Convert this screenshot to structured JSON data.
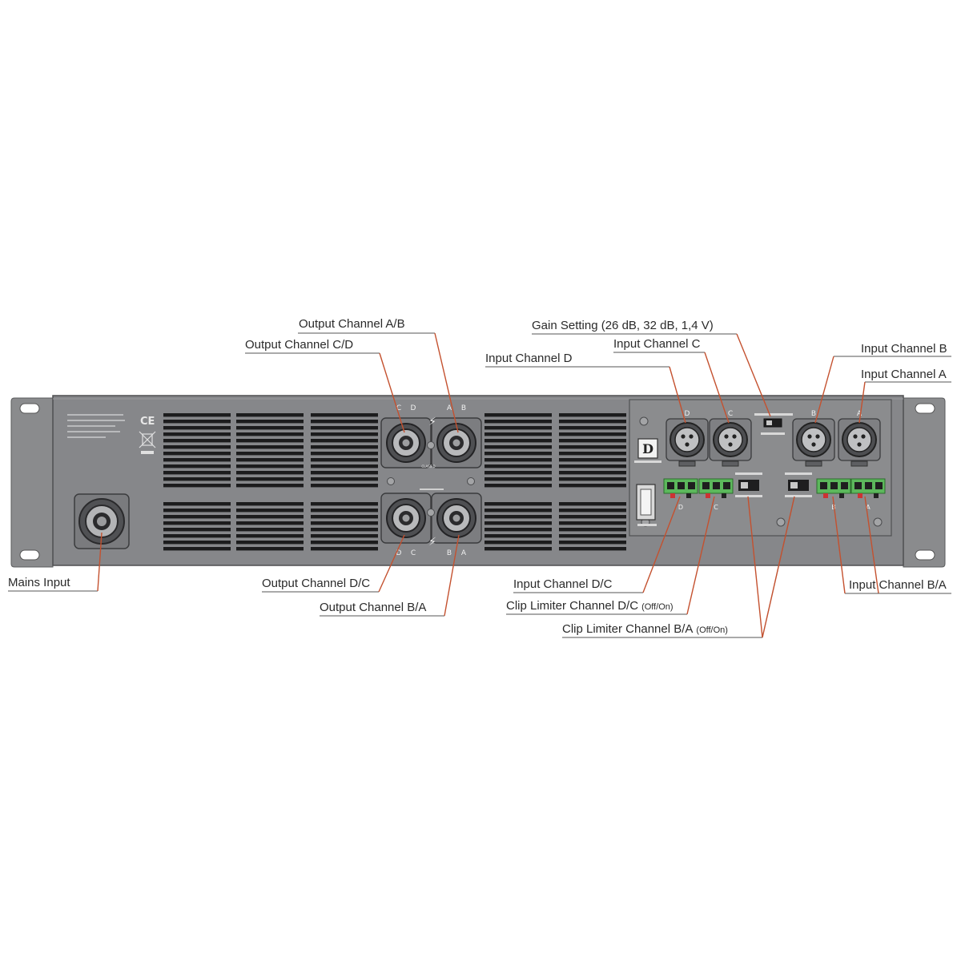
{
  "callouts": {
    "output_ab": "Output Channel A/B",
    "output_cd": "Output Channel C/D",
    "gain_setting": "Gain Setting  (26 dB, 32 dB,  1,4 V)",
    "input_c": "Input Channel C",
    "input_d": "Input Channel D",
    "input_b": "Input Channel B",
    "input_a": "Input Channel A",
    "mains_input": "Mains Input",
    "output_dc": "Output Channel D/C",
    "output_ba": "Output Channel B/A",
    "input_dc": "Input Channel D/C",
    "clip_dc": "Clip Limiter Channel D/C",
    "clip_dc_note": "(Off/On)",
    "input_ba": "Input Channel B/A",
    "clip_ba": "Clip Limiter Channel B/A",
    "clip_ba_note": "(Off/On)"
  },
  "panel": {
    "colors": {
      "panel": "#87888a",
      "panel_dark": "#6f7073",
      "vent": "#1c1c1d",
      "leader": "#c4512f",
      "terminal": "#5cb85c"
    },
    "speakon_labels": {
      "top_pair1": [
        "C",
        "D"
      ],
      "top_pair2": [
        "A",
        "B"
      ],
      "bottom_pair1": [
        "D",
        "C"
      ],
      "bottom_pair2": [
        "B",
        "A"
      ]
    },
    "xlr_labels": [
      "D",
      "C",
      "B",
      "A"
    ],
    "terminal_labels": [
      "D",
      "C",
      "B",
      "A"
    ],
    "class_label": "CLASS D",
    "ce_mark": "CE",
    "usb_mark": "D"
  }
}
